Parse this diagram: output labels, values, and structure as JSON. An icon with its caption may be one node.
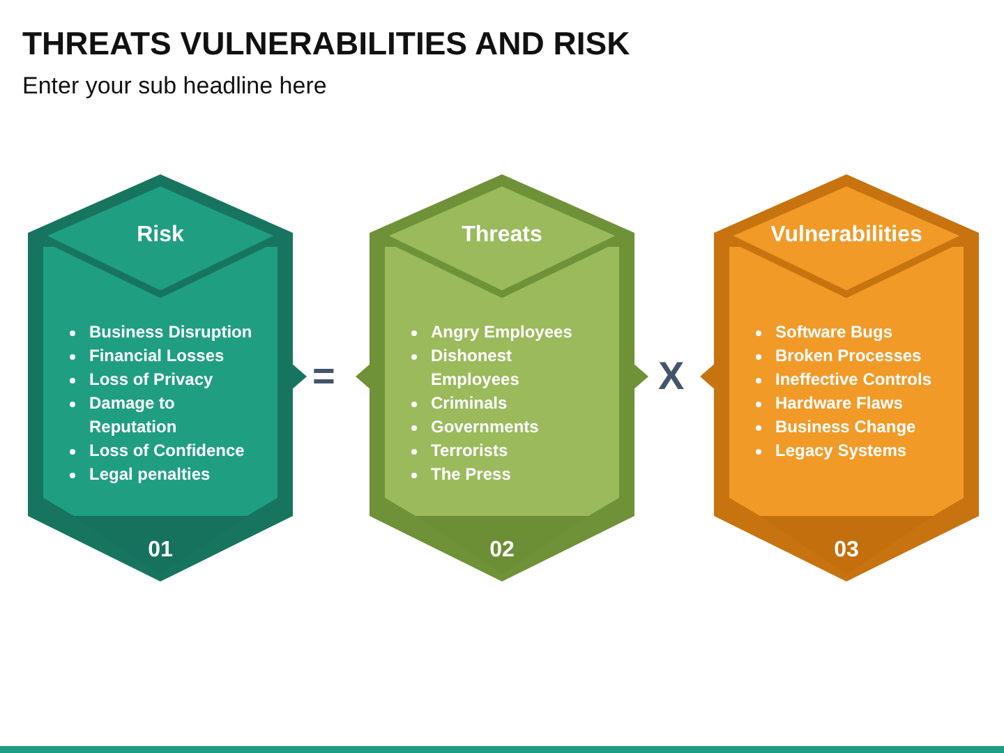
{
  "diagram": {
    "title": "THREATS VULNERABILITIES AND RISK",
    "nodes": [
      {
        "text": [
          "Risk",
          "Business Disruption",
          "Financial Losses",
          "Loss of Privacy",
          "Damage to Reputation",
          "Loss of Confidence",
          "Legal penalties",
          "01"
        ]
      },
      {
        "text": [
          "Threats",
          "Angry Employees",
          "Dishonest Employees",
          "Criminals",
          "Governments",
          "Terrorists",
          "The Press",
          "02"
        ]
      },
      {
        "text": [
          "Vulnerabilities",
          "Software Bugs",
          "Broken Processes",
          "Ineffective Controls",
          "Hardware Flaws",
          "Business Change",
          "Legacy Systems",
          "03"
        ]
      }
    ],
    "labels": [
      "Enter your sub headline here",
      "=",
      "X"
    ]
  }
}
